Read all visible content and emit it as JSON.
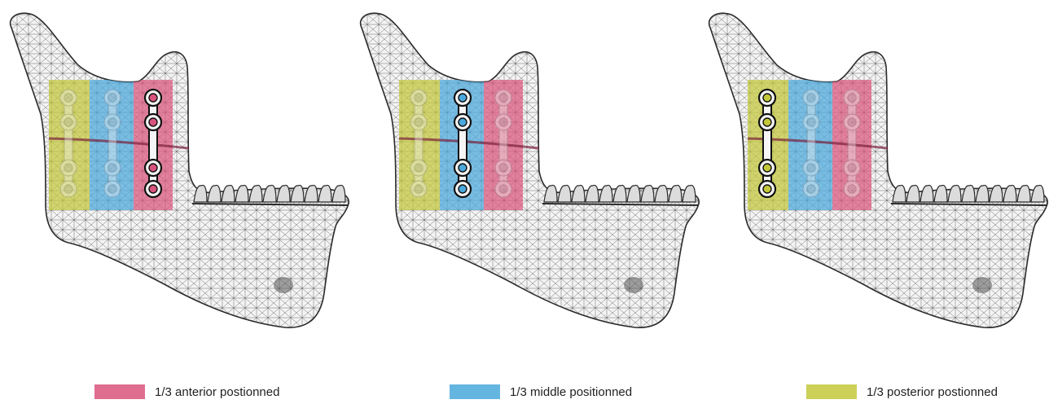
{
  "colors": {
    "anterior": "#d9547d",
    "middle": "#4aa8dc",
    "posterior": "#c3c83a",
    "mesh": "#2b2b2b",
    "bone": "#f4f4f4",
    "plate": "#f5f5f5"
  },
  "panels": [
    {
      "highlighted_zone": "anterior"
    },
    {
      "highlighted_zone": "middle"
    },
    {
      "highlighted_zone": "posterior"
    }
  ],
  "legend": [
    {
      "zone": "anterior",
      "label": "1/3 anterior postionned"
    },
    {
      "zone": "middle",
      "label": "1/3 middle positionned"
    },
    {
      "zone": "posterior",
      "label": "1/3 posterior postionned"
    }
  ]
}
